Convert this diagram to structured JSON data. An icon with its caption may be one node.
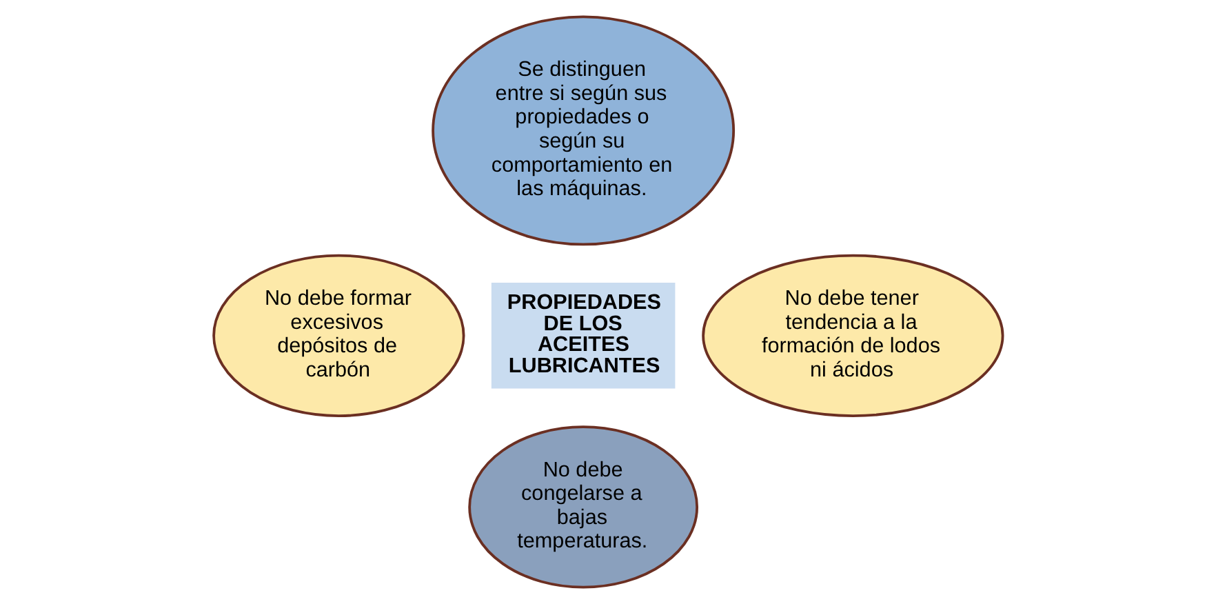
{
  "diagram": {
    "nodes": [
      {
        "text": [
          "Se distinguen entre si según sus propiedades o según su comportamiento en las máquinas."
        ]
      },
      {
        "text": [
          "No debe formar excesivos depósitos de carbón"
        ]
      },
      {
        "text": [
          "PROPIEDADES DE LOS ACEITES LUBRICANTES"
        ]
      },
      {
        "text": [
          "No debe tener tendencia a la formación de lodos ni ácidos"
        ]
      },
      {
        "text": [
          "No debe congelarse a bajas temperaturas."
        ]
      }
    ]
  }
}
